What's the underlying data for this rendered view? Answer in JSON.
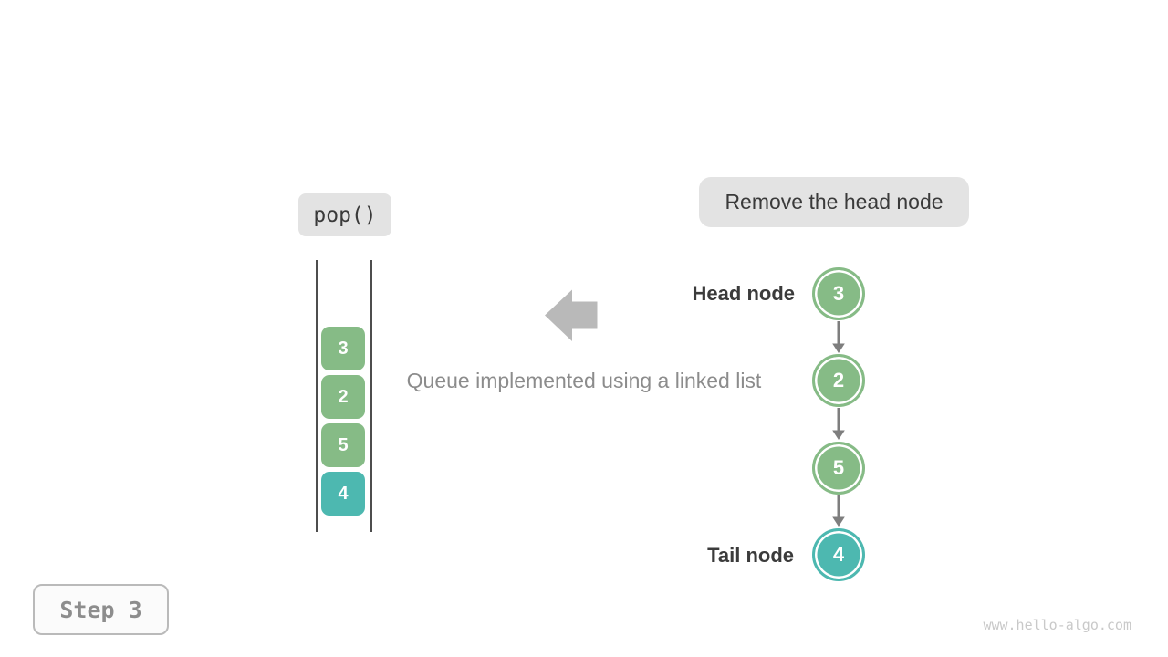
{
  "operation": {
    "label": "pop()"
  },
  "annotation": {
    "label": "Remove the head node"
  },
  "caption": {
    "label": "Queue implemented using a linked list"
  },
  "queue_view": {
    "items": [
      {
        "value": "3",
        "color": "#86bb86"
      },
      {
        "value": "2",
        "color": "#86bb86"
      },
      {
        "value": "5",
        "color": "#86bb86"
      },
      {
        "value": "4",
        "color": "#4db8b0"
      }
    ]
  },
  "linked_list": {
    "head_label": "Head node",
    "tail_label": "Tail node",
    "nodes": [
      {
        "value": "3",
        "color": "#86bb86"
      },
      {
        "value": "2",
        "color": "#86bb86"
      },
      {
        "value": "5",
        "color": "#86bb86"
      },
      {
        "value": "4",
        "color": "#4db8b0"
      }
    ]
  },
  "step": {
    "label": "Step 3"
  },
  "watermark": {
    "label": "www.hello-algo.com"
  },
  "colors": {
    "node_green": "#86bb86",
    "node_teal": "#4db8b0",
    "chip_background": "#e3e3e3",
    "big_arrow_gray": "#b9b9b9",
    "connector_gray": "#7e7e7e",
    "dark_text": "#3a3a3a",
    "gray_text": "#8c8c8c",
    "step_text": "#8d8d8d",
    "watermark_text": "#c9c9c9"
  }
}
